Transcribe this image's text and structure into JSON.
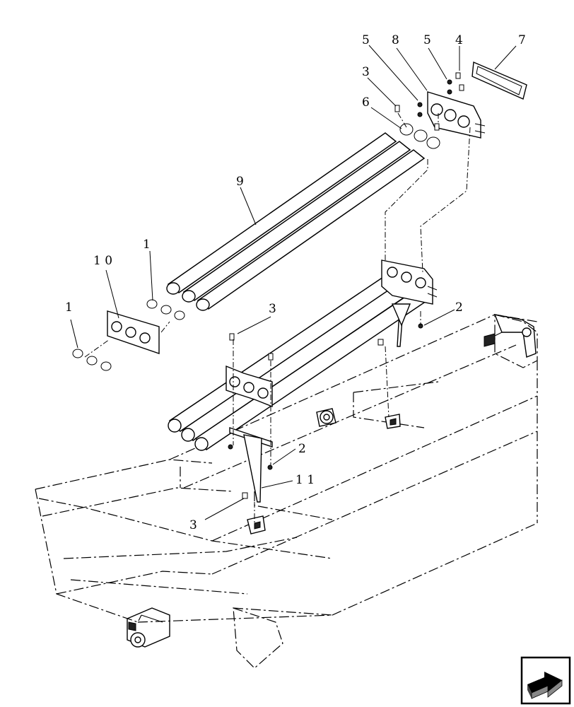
{
  "callouts": {
    "c1a": "1",
    "c1b": "1",
    "c2a": "2",
    "c2b": "2",
    "c3a": "3",
    "c3b": "3",
    "c3c": "3",
    "c4": "4",
    "c5a": "5",
    "c5b": "5",
    "c6": "6",
    "c7": "7",
    "c8": "8",
    "c9": "9",
    "c10": "1 0",
    "c11": "1 1"
  },
  "icons": {
    "nav": "next-page-arrow-icon"
  }
}
